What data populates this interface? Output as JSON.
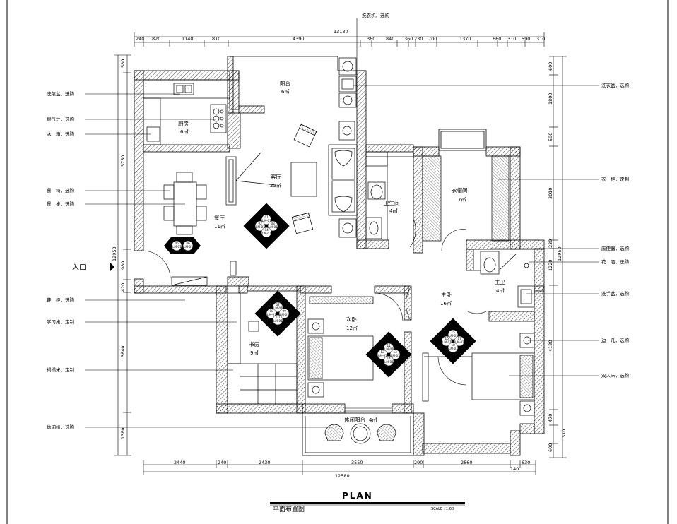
{
  "plan": {
    "title": "PLAN",
    "subtitle": "平面布置图",
    "scale": "SCALE : 1:60",
    "entry": "入口"
  },
  "rooms": [
    {
      "key": "balcony",
      "name": "阳台",
      "area": "6㎡"
    },
    {
      "key": "kitchen",
      "name": "厨房",
      "area": "6㎡"
    },
    {
      "key": "living",
      "name": "客厅",
      "area": "25㎡"
    },
    {
      "key": "dining",
      "name": "餐厅",
      "area": "11㎡"
    },
    {
      "key": "bath",
      "name": "卫生间",
      "area": "4㎡"
    },
    {
      "key": "cloak",
      "name": "衣帽间",
      "area": "7㎡"
    },
    {
      "key": "master",
      "name": "主卧",
      "area": "16㎡"
    },
    {
      "key": "mbath",
      "name": "主卫",
      "area": "4㎡"
    },
    {
      "key": "second",
      "name": "次卧",
      "area": "12㎡"
    },
    {
      "key": "study",
      "name": "书房",
      "area": "9㎡"
    },
    {
      "key": "leisure",
      "name": "休闲阳台",
      "area": "4㎡"
    }
  ],
  "notes_left": [
    "洗菜盆，选购",
    "燃气灶，选购",
    "冰　箱，选购",
    "餐　椅，选购",
    "餐　桌，选购",
    "鞋　柜，选购",
    "学习桌，定制",
    "榻榻米，定制",
    "休闲椅，选购"
  ],
  "notes_right": [
    "洗衣盆，选购",
    "衣　柜，定制",
    "座便器，选购",
    "花　洒，选购",
    "洗手盆，选购",
    "边　几，选购",
    "双人床，选购"
  ],
  "note_top": "洗衣机，选购",
  "dims": {
    "top_total": "13130",
    "top": [
      "240",
      "820",
      "1140",
      "810",
      "4390",
      "360",
      "840",
      "360",
      "230",
      "700",
      "1370",
      "660",
      "310",
      "590",
      "310"
    ],
    "bottom_total": "12580",
    "bottom": [
      "2440",
      "240",
      "2430",
      "3550",
      "290",
      "2860",
      "630",
      "140"
    ],
    "left_total": "12950",
    "left": [
      "580",
      "5750",
      "980",
      "420",
      "3840",
      "1380"
    ],
    "right_total": "12950",
    "right": [
      "600",
      "1800",
      "590",
      "3010",
      "230",
      "1220",
      "4120",
      "470",
      "600",
      "310"
    ]
  },
  "tags": {
    "living": [
      "01",
      "LM-01",
      "02",
      "LM-01",
      "03",
      "LM-01",
      "04",
      "LM-01"
    ],
    "dining": [
      "05",
      "LM-01",
      "06",
      "LM-01"
    ],
    "study": [
      "07",
      "LM-01",
      "08",
      "LM-01",
      "09",
      "LM-01",
      "10",
      "LM-01"
    ],
    "second": [
      "11",
      "LM-01",
      "12",
      "LM-01",
      "13",
      "LM-01",
      "14",
      "LM-01"
    ],
    "master": [
      "15",
      "LM-01",
      "16",
      "LM-01",
      "17",
      "LM-01",
      "18",
      "LM-01"
    ]
  }
}
